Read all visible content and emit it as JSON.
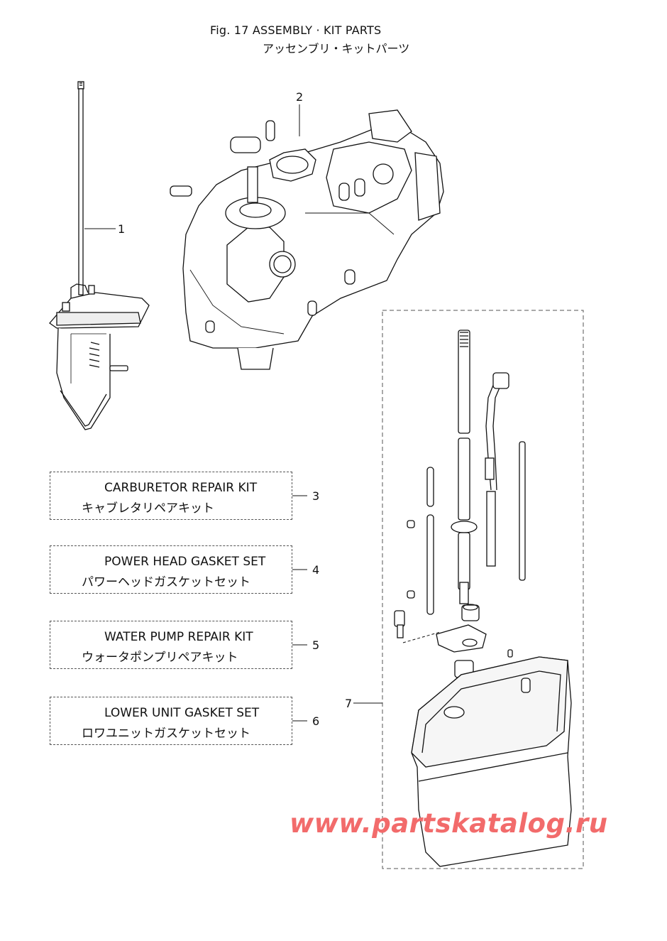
{
  "figure": {
    "title": "Fig. 17    ASSEMBLY · KIT PARTS",
    "subtitle": "アッセンブリ・キットパーツ"
  },
  "callouts": {
    "c1": "1",
    "c2": "2",
    "c7": "7"
  },
  "kits": [
    {
      "number": "3",
      "name_en": "CARBURETOR REPAIR KIT",
      "name_jp": "キャブレタリペアキット"
    },
    {
      "number": "4",
      "name_en": "POWER HEAD GASKET SET",
      "name_jp": "パワーヘッドガスケットセット"
    },
    {
      "number": "5",
      "name_en": "WATER PUMP REPAIR KIT",
      "name_jp": "ウォータポンプリペアキット"
    },
    {
      "number": "6",
      "name_en": "LOWER UNIT GASKET SET",
      "name_jp": "ロワユニットガスケットセット"
    }
  ],
  "watermark": {
    "text": "www.partskatalog.ru",
    "color": "#f26b6b"
  }
}
